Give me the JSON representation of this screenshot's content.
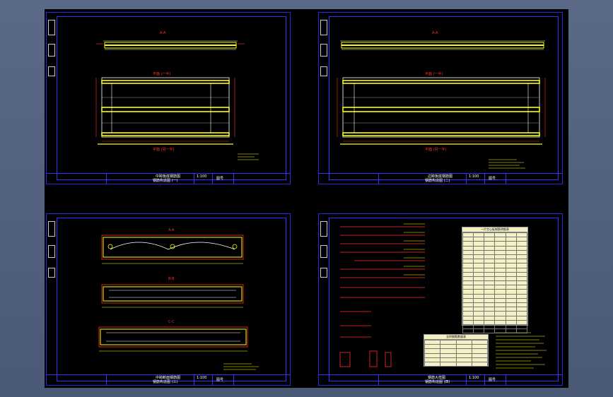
{
  "sheets": [
    {
      "id": "s1",
      "plan_top_label": "平面 (一半)",
      "plan_bottom_label": "平面 (另一半)",
      "section_label": "A-A",
      "tb_title": "中跨板底钢筋图",
      "tb_sub": "钢筋构造图 (一)",
      "tb_scale": "1:100",
      "tb_sheet": "图号"
    },
    {
      "id": "s2",
      "plan_top_label": "平面 (一半)",
      "plan_bottom_label": "平面 (另一半)",
      "section_label": "A-A",
      "tb_title": "边跨板底钢筋图",
      "tb_sub": "钢筋构造图 (二)",
      "tb_scale": "1:100",
      "tb_sheet": "图号"
    },
    {
      "id": "s3",
      "sec_a": "A-A",
      "sec_b": "B-B",
      "sec_c": "C-C",
      "tb_title": "中跨断面钢筋图",
      "tb_sub": "钢筋构造图 (三)",
      "tb_scale": "1:100",
      "tb_sheet": "图号"
    },
    {
      "id": "s4",
      "table1_title": "一片空心板钢筋明细表",
      "table2_title": "全桥钢筋数量表",
      "tb_title": "钢筋大样图",
      "tb_sub": "钢筋构造图 (四)",
      "tb_scale": "1:100",
      "tb_sheet": "图号"
    }
  ],
  "colors": {
    "sheet_border": "#2a2ad8",
    "rebar": "#ffff00",
    "outline": "#ffffff",
    "dim": "#ff3030",
    "accent": "#00e0e0"
  }
}
